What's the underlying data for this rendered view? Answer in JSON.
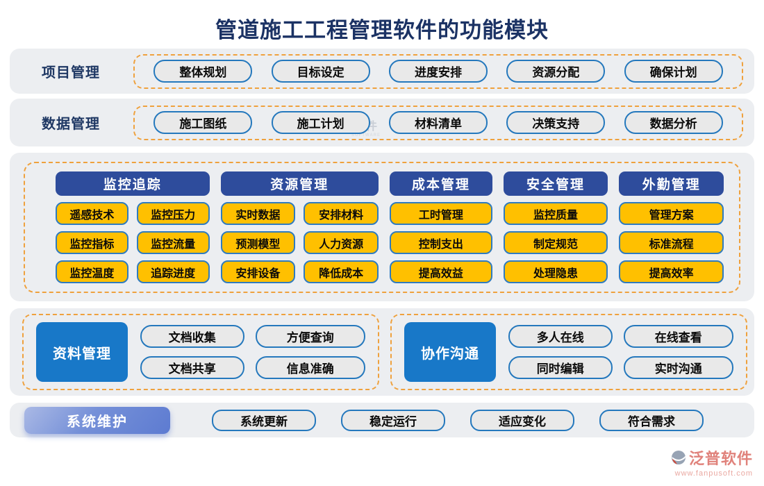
{
  "title": "管道施工工程管理软件的功能模块",
  "bands": [
    {
      "label": "项目管理",
      "buttons": [
        "整体规划",
        "目标设定",
        "进度安排",
        "资源分配",
        "确保计划"
      ]
    },
    {
      "label": "数据管理",
      "buttons": [
        "施工图纸",
        "施工计划",
        "材料清单",
        "决策支持",
        "数据分析"
      ]
    }
  ],
  "matrix": {
    "columns": [
      {
        "header": "监控追踪",
        "buttons": [
          "遥感技术",
          "监控压力",
          "监控指标",
          "监控流量",
          "监控温度",
          "追踪进度"
        ]
      },
      {
        "header": "资源管理",
        "buttons": [
          "实时数据",
          "安排材料",
          "预测模型",
          "人力资源",
          "安排设备",
          "降低成本"
        ]
      },
      {
        "header": "成本管理",
        "buttons": [
          "工时管理",
          "控制支出",
          "提高效益"
        ]
      },
      {
        "header": "安全管理",
        "buttons": [
          "监控质量",
          "制定规范",
          "处理隐患"
        ]
      },
      {
        "header": "外勤管理",
        "buttons": [
          "管理方案",
          "标准流程",
          "提高效率"
        ]
      }
    ]
  },
  "groups": [
    {
      "label": "资料管理",
      "buttons": [
        "文档收集",
        "方便查询",
        "文档共享",
        "信息准确"
      ]
    },
    {
      "label": "协作沟通",
      "buttons": [
        "多人在线",
        "在线查看",
        "同时编辑",
        "实时沟通"
      ]
    }
  ],
  "footer": {
    "label": "系统维护",
    "buttons": [
      "系统更新",
      "稳定运行",
      "适应变化",
      "符合需求"
    ]
  },
  "watermark": {
    "center": "软件",
    "center_sub": "SOFTWARE",
    "brand": "泛普软件",
    "url": "www.fanpusoft.com"
  },
  "colors": {
    "title": "#1b3264",
    "panel_bg": "#eceef1",
    "dashed_border": "#efa13d",
    "button_border": "#2478bd",
    "button_gray_bg": "#e9e9e9",
    "header_blue": "#2e4c9c",
    "feature_yellow": "#ffc000",
    "group_blue": "#1878c8",
    "footer_gradient_start": "#aab9e5",
    "footer_gradient_end": "#5d7bd1",
    "brand_red": "#e0827b"
  }
}
